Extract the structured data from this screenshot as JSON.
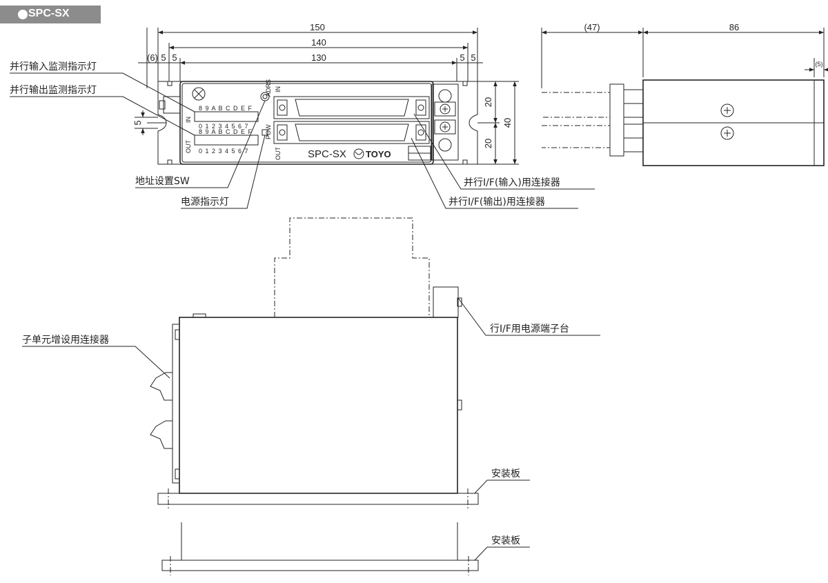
{
  "title": "SPC-SX",
  "model_label": "SPC-SX",
  "brand_label": "TOYO",
  "dimensions": {
    "top": {
      "d150": "150",
      "d140": "140",
      "d130": "130",
      "d6": "(6)",
      "d5a": "5",
      "d5b": "5",
      "d5c": "5",
      "d5d": "5",
      "d5v": "5"
    },
    "right": {
      "d20a": "20",
      "d20b": "20",
      "d40": "40"
    },
    "side": {
      "d47": "(47)",
      "d86": "86",
      "d5s": "(5)"
    }
  },
  "labels": {
    "parallel_in_led": "并行输入监测指示灯",
    "parallel_out_led": "并行输出监测指示灯",
    "address_sw": "地址设置SW",
    "power_led": "电源指示灯",
    "parallel_in_connector": "并行I/F(输入)用连接器",
    "parallel_out_connector": "并行I/F(输出)用连接器",
    "power_terminal": "行I/F用电源端子台",
    "expansion_connector": "子单元增设用连接器",
    "mount_plate_1": "安装板",
    "mount_plate_2": "安装板"
  },
  "panel_text": {
    "in": "IN",
    "out": "OUT",
    "adrs": "ADRS",
    "in2": "IN",
    "out2": "OUT",
    "pow": "POW",
    "in_row1": "8 9 A B C D E F",
    "in_row2": "0 1 2 3 4 5 6 7",
    "out_row1": "8 9 A B C D E F",
    "out_row2": "0 1 2 3 4 5 6 7"
  }
}
